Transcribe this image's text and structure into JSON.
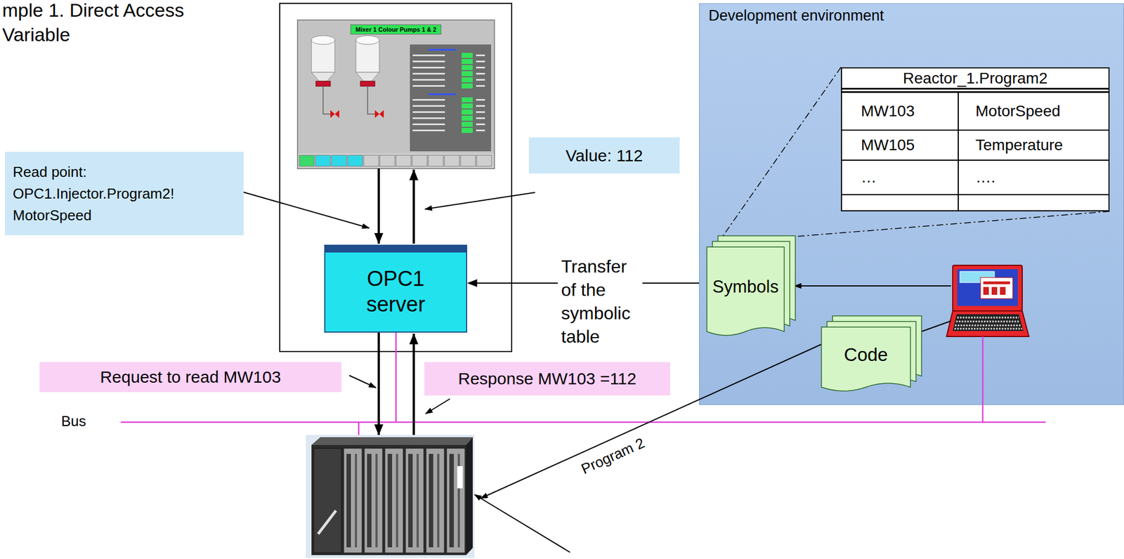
{
  "diagram": {
    "title": "mple 1. Direct Access Variable",
    "nodes": [
      {
        "text": [
          "Read point: OPC1.Injector.Program2! MotorSpeed"
        ]
      },
      {
        "text": [
          "OPC1 server"
        ]
      },
      {
        "text": [
          "Value: 112"
        ]
      },
      {
        "text": [
          "Request to read MW103"
        ]
      },
      {
        "text": [
          "Response MW103 =112"
        ]
      },
      {
        "text": [
          "Development environment"
        ]
      },
      {
        "text": [
          "Reactor_1.Program2",
          "MW103",
          "MotorSpeed",
          "MW105",
          "Temperature",
          "…",
          "…."
        ],
        "in": 5
      },
      {
        "text": [
          "Symbols"
        ],
        "in": 5
      },
      {
        "text": [
          "Code"
        ],
        "in": 5
      }
    ],
    "edges": [
      {
        "from": 7,
        "to": 1,
        "arrow": "to",
        "label": "Transfer of the symbolic table"
      }
    ],
    "labels": [
      "Mixer 1 Colour Pumps 1 & 2",
      "Bus",
      "Program 2"
    ]
  }
}
